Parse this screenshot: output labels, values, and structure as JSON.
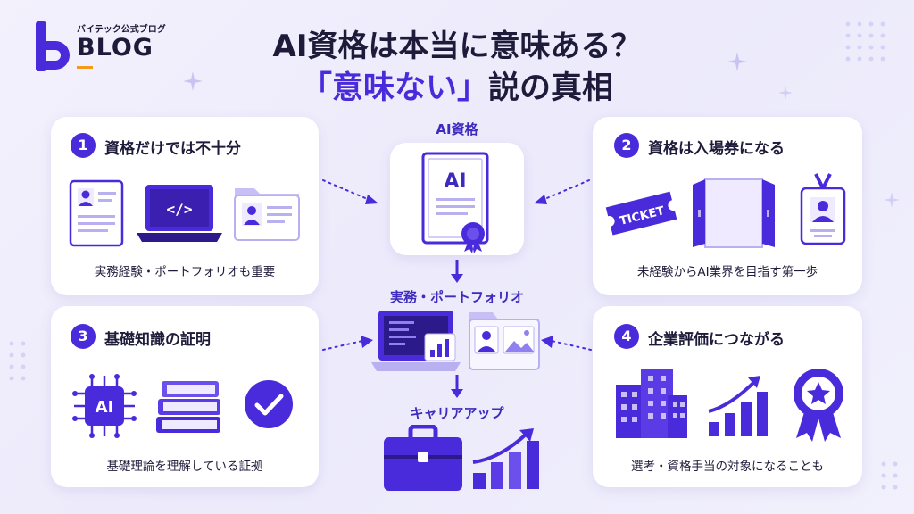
{
  "logo": {
    "subtitle": "バイテック公式ブログ",
    "text": "BLOG"
  },
  "title": {
    "line1": "AI資格は本当に意味ある？",
    "line2_highlight": "「意味ない」",
    "line2_rest": "説の真相"
  },
  "center": {
    "cert_label": "AI資格",
    "cert_text": "AI",
    "portfolio_label": "実務・ポートフォリオ",
    "career_label": "キャリアアップ"
  },
  "cards": [
    {
      "number": "1",
      "title": "資格だけでは不十分",
      "caption": "実務経験・ポートフォリオも重要"
    },
    {
      "number": "2",
      "title": "資格は入場券になる",
      "caption": "未経験からAI業界を目指す第一歩",
      "ticket_text": "TICKET"
    },
    {
      "number": "3",
      "title": "基礎知識の証明",
      "caption": "基礎理論を理解している証拠",
      "chip_text": "AI"
    },
    {
      "number": "4",
      "title": "企業評価につながる",
      "caption": "選考・資格手当の対象になることも"
    }
  ],
  "code_icon_text": "</>",
  "colors": {
    "accent": "#4a2bdc",
    "accent_light": "#b9b0f2",
    "bg": "#eeecfb",
    "orange": "#f39a1e"
  }
}
